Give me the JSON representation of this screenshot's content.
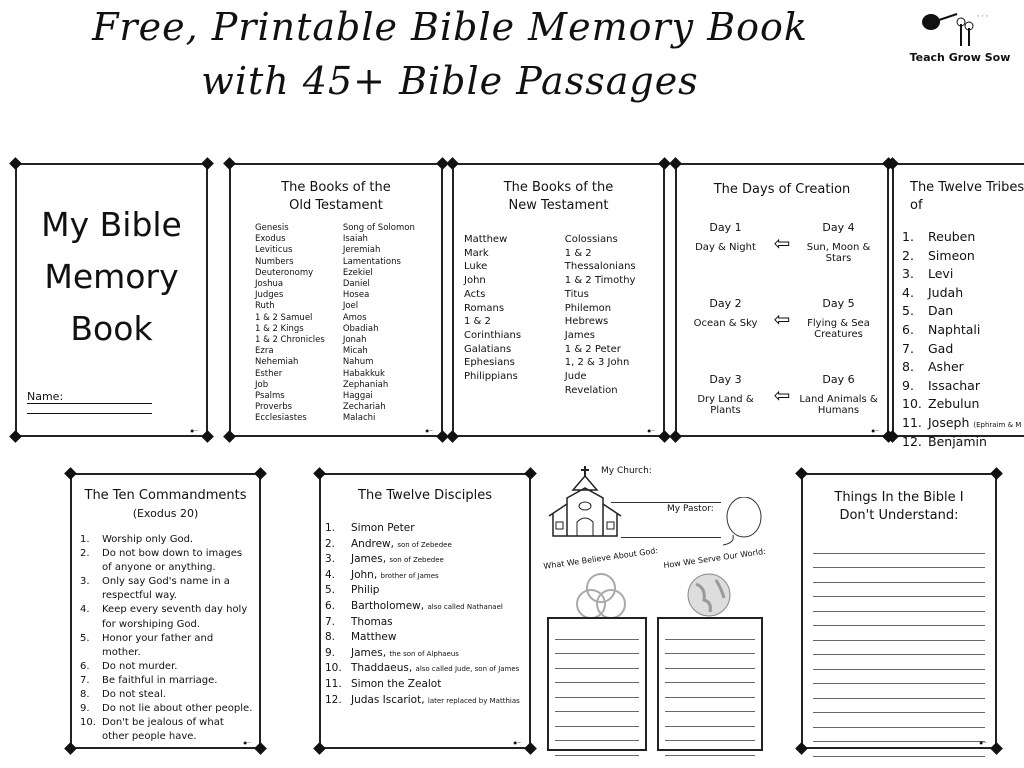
{
  "header": {
    "title_line1": "Free, Printable Bible Memory Book",
    "title_line2": "with 45+ Bible Passages",
    "logo": "Teach Grow Sow"
  },
  "cover": {
    "title": [
      "My Bible",
      "Memory",
      "Book"
    ],
    "name_label": "Name:"
  },
  "old_testament": {
    "title1": "The Books of the",
    "title2": "Old Testament",
    "col1": [
      "Genesis",
      "Exodus",
      "Leviticus",
      "Numbers",
      "Deuteronomy",
      "Joshua",
      "Judges",
      "Ruth",
      "1 & 2 Samuel",
      "1 & 2 Kings",
      "1 & 2 Chronicles",
      "Ezra",
      "Nehemiah",
      "Esther",
      "Job",
      "Psalms",
      "Proverbs",
      "Ecclesiastes"
    ],
    "col2": [
      "Song of Solomon",
      "Isaiah",
      "Jeremiah",
      "Lamentations",
      "Ezekiel",
      "Daniel",
      "Hosea",
      "Joel",
      "Amos",
      "Obadiah",
      "Jonah",
      "Micah",
      "Nahum",
      "Habakkuk",
      "Zephaniah",
      "Haggai",
      "Zechariah",
      "Malachi"
    ]
  },
  "new_testament": {
    "title1": "The Books of the",
    "title2": "New Testament",
    "col1": [
      "Matthew",
      "Mark",
      "Luke",
      "John",
      "Acts",
      "Romans",
      "1 & 2 Corinthians",
      "Galatians",
      "Ephesians",
      "Philippians"
    ],
    "col2": [
      "Colossians",
      "1 & 2 Thessalonians",
      "1 & 2 Timothy",
      "Titus",
      "Philemon",
      "Hebrews",
      "James",
      "1 & 2 Peter",
      "1, 2 & 3 John",
      "Jude",
      "Revelation"
    ]
  },
  "creation": {
    "title": "The Days of Creation",
    "pairs": [
      {
        "left_day": "Day 1",
        "left": "Day & Night",
        "right_day": "Day 4",
        "right": "Sun, Moon & Stars"
      },
      {
        "left_day": "Day 2",
        "left": "Ocean & Sky",
        "right_day": "Day 5",
        "right": "Flying & Sea Creatures"
      },
      {
        "left_day": "Day 3",
        "left": "Dry Land & Plants",
        "right_day": "Day 6",
        "right": "Land Animals & Humans"
      }
    ]
  },
  "tribes": {
    "title": "The Twelve Tribes of",
    "items": [
      {
        "n": "1.",
        "name": "Reuben",
        "note": ""
      },
      {
        "n": "2.",
        "name": "Simeon",
        "note": ""
      },
      {
        "n": "3.",
        "name": "Levi",
        "note": ""
      },
      {
        "n": "4.",
        "name": "Judah",
        "note": ""
      },
      {
        "n": "5.",
        "name": "Dan",
        "note": ""
      },
      {
        "n": "6.",
        "name": "Naphtali",
        "note": ""
      },
      {
        "n": "7.",
        "name": "Gad",
        "note": ""
      },
      {
        "n": "8.",
        "name": "Asher",
        "note": ""
      },
      {
        "n": "9.",
        "name": "Issachar",
        "note": ""
      },
      {
        "n": "10.",
        "name": "Zebulun",
        "note": ""
      },
      {
        "n": "11.",
        "name": "Joseph",
        "note": "(Ephraim & M"
      },
      {
        "n": "12.",
        "name": "Benjamin",
        "note": ""
      }
    ]
  },
  "commandments": {
    "title": "The Ten Commandments",
    "subtitle": "(Exodus 20)",
    "items": [
      {
        "n": "1.",
        "t": "Worship only God."
      },
      {
        "n": "2.",
        "t": "Do not bow down to images of anyone or anything."
      },
      {
        "n": "3.",
        "t": "Only say God's name in a respectful way."
      },
      {
        "n": "4.",
        "t": "Keep every seventh day holy for worshiping God."
      },
      {
        "n": "5.",
        "t": "Honor your father and mother."
      },
      {
        "n": "6.",
        "t": "Do not murder."
      },
      {
        "n": "7.",
        "t": "Be faithful in marriage."
      },
      {
        "n": "8.",
        "t": "Do not steal."
      },
      {
        "n": "9.",
        "t": "Do not lie about other people."
      },
      {
        "n": "10.",
        "t": "Don't be jealous of what other people have."
      }
    ]
  },
  "disciples": {
    "title": "The Twelve Disciples",
    "items": [
      {
        "n": "1.",
        "name": "Simon Peter",
        "note": ""
      },
      {
        "n": "2.",
        "name": "Andrew,",
        "note": "son of Zebedee"
      },
      {
        "n": "3.",
        "name": "James,",
        "note": "son of Zebedee"
      },
      {
        "n": "4.",
        "name": "John,",
        "note": "brother of James"
      },
      {
        "n": "5.",
        "name": "Philip",
        "note": ""
      },
      {
        "n": "6.",
        "name": "Bartholomew,",
        "note": "also called Nathanael"
      },
      {
        "n": "7.",
        "name": "Thomas",
        "note": ""
      },
      {
        "n": "8.",
        "name": "Matthew",
        "note": ""
      },
      {
        "n": "9.",
        "name": "James,",
        "note": "the son of Alphaeus"
      },
      {
        "n": "10.",
        "name": "Thaddaeus,",
        "note": "also called Jude, son of James"
      },
      {
        "n": "11.",
        "name": "Simon the Zealot",
        "note": ""
      },
      {
        "n": "12.",
        "name": "Judas Iscariot,",
        "note": "later replaced by Matthias"
      }
    ]
  },
  "church": {
    "my_church": "My Church:",
    "my_pastor": "My Pastor:",
    "believe": "What We Believe About God:",
    "serve": "How We Serve Our World:"
  },
  "dont_understand": {
    "title": "Things In the Bible I Don't Understand:"
  }
}
